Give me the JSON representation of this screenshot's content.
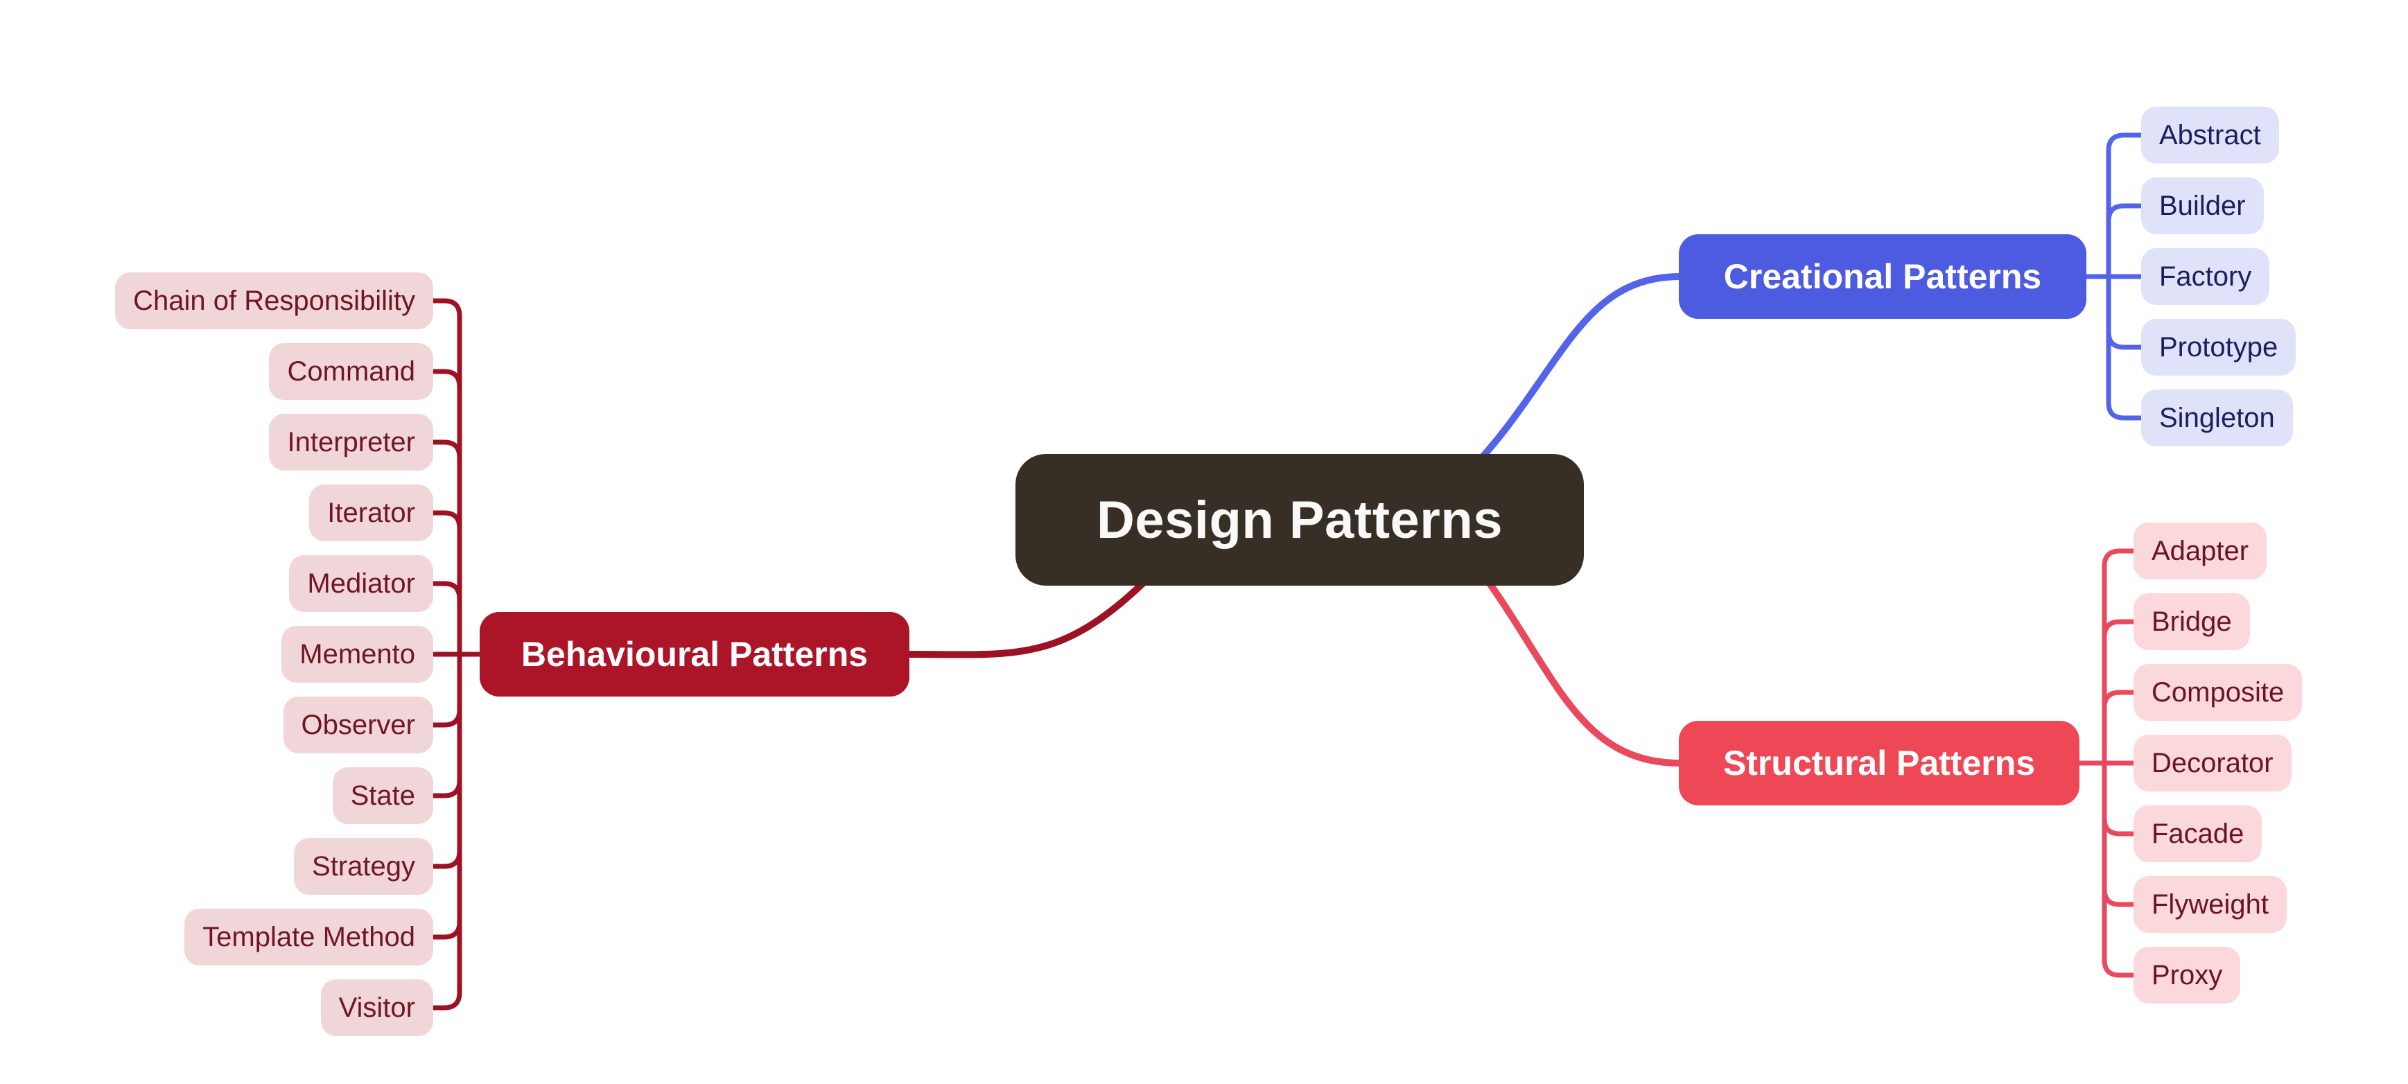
{
  "title": "Design Patterns mind map",
  "root": {
    "label": "Design Patterns",
    "bg": "#372E26",
    "fg": "#FAF9F7"
  },
  "branches": [
    {
      "id": "creational",
      "label": "Creational Patterns",
      "node_bg": "#4D5BE1",
      "node_fg": "#FFFFFF",
      "edge_color": "#5464E8",
      "child_bg": "#DFE2F9",
      "child_fg": "#1A1F60",
      "children": [
        "Abstract",
        "Builder",
        "Factory",
        "Prototype",
        "Singleton"
      ]
    },
    {
      "id": "behavioural",
      "label": "Behavioural Patterns",
      "node_bg": "#AB1527",
      "node_fg": "#FFFFFF",
      "edge_color": "#9E1124",
      "child_bg": "#F0D6D9",
      "child_fg": "#701622",
      "children": [
        "Chain of Responsibility",
        "Command",
        "Interpreter",
        "Iterator",
        "Mediator",
        "Memento",
        "Observer",
        "State",
        "Strategy",
        "Template Method",
        "Visitor"
      ]
    },
    {
      "id": "structural",
      "label": "Structural Patterns",
      "node_bg": "#EE4857",
      "node_fg": "#FFFFFF",
      "edge_color": "#E9495C",
      "child_bg": "#FAD8DC",
      "child_fg": "#6B1420",
      "children": [
        "Adapter",
        "Bridge",
        "Composite",
        "Decorator",
        "Facade",
        "Flyweight",
        "Proxy"
      ]
    }
  ],
  "canvas_bg": "#FFFFFF"
}
